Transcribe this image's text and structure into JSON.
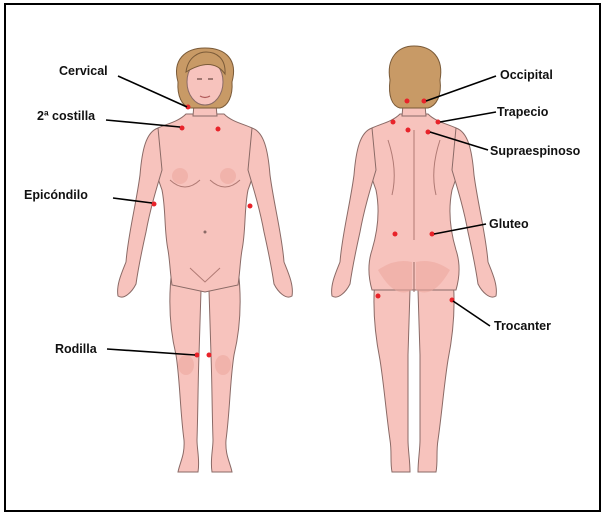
{
  "labels": {
    "cervical": "Cervical",
    "costilla": "2ª costilla",
    "epicondilo": "Epicóndilo",
    "rodilla": "Rodilla",
    "occipital": "Occipital",
    "trapecio": "Trapecio",
    "supraespinoso": "Supraespinoso",
    "gluteo": "Gluteo",
    "trocanter": "Trocanter"
  },
  "colors": {
    "skin": "#f7c3bd",
    "skin_outline": "#8a6a66",
    "hair": "#c89a66",
    "tender_point": "#e8232a",
    "leader_line": "#000000"
  }
}
